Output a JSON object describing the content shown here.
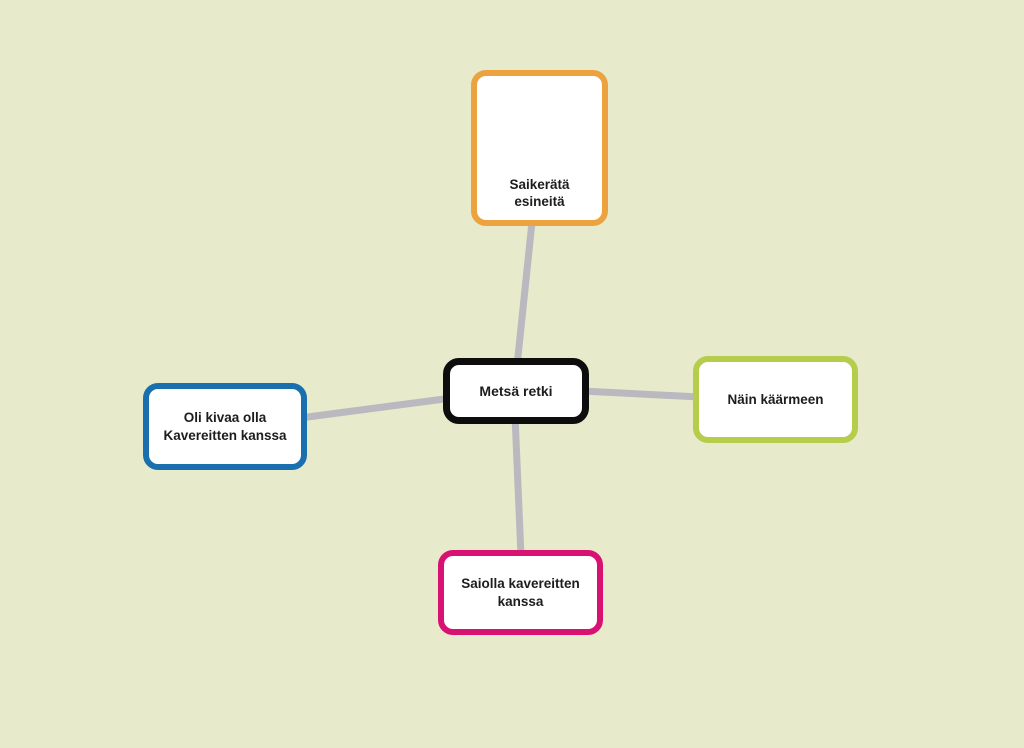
{
  "app": {
    "name": "mind-map",
    "background_color": "#e7ebcb",
    "connector_color": "#b9b9bf"
  },
  "diagram": {
    "center": {
      "label": "Metsä retki",
      "border_color": "#0d0d0d"
    },
    "nodes": {
      "top": {
        "label": "Saikerätä\nesineitä",
        "border_color": "#eca33f"
      },
      "right": {
        "label": "Näin käärmeen",
        "border_color": "#b5cd4a"
      },
      "bottom": {
        "label": "Saiolla kavereitten\nkanssa",
        "border_color": "#d91173"
      },
      "left": {
        "label": "Oli kivaa olla\nKavereitten kanssa",
        "border_color": "#1a70ae"
      }
    },
    "edges": [
      {
        "from": "center",
        "to": "top"
      },
      {
        "from": "center",
        "to": "right"
      },
      {
        "from": "center",
        "to": "bottom"
      },
      {
        "from": "center",
        "to": "left"
      }
    ]
  }
}
